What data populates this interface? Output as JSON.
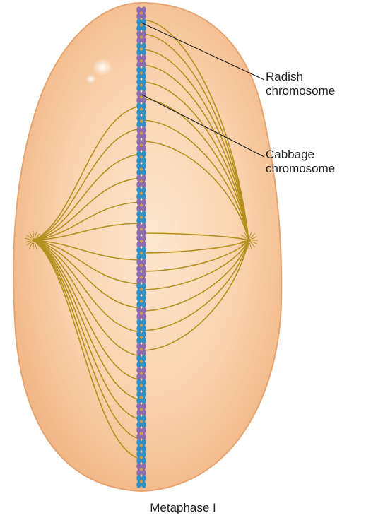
{
  "figure": {
    "labels": {
      "radish": [
        "Radish",
        "chromosome"
      ],
      "cabbage": [
        "Cabbage",
        "chromosome"
      ]
    },
    "caption": "Metaphase I"
  },
  "colors": {
    "cell_fill": "#f6c59a",
    "cell_edge": "#e9a877",
    "cell_center": "#fde7d0",
    "spindle_fiber": "#b4911e",
    "radish_chromosome": "#8a6bb0",
    "cabbage_chromosome": "#2f8fc4",
    "centromere": "#d29a3c",
    "leader_line": "#222222"
  },
  "chromosome_sequence": [
    "radish",
    "cabbage",
    "radish",
    "cabbage",
    "radish",
    "cabbage",
    "cabbage",
    "radish",
    "cabbage",
    "cabbage",
    "radish",
    "radish",
    "cabbage",
    "cabbage",
    "radish",
    "cabbage",
    "radish",
    "cabbage",
    "radish",
    "radish",
    "cabbage",
    "radish",
    "radish",
    "cabbage",
    "cabbage",
    "radish",
    "cabbage",
    "cabbage",
    "radish",
    "cabbage",
    "radish",
    "cabbage",
    "cabbage",
    "radish",
    "cabbage",
    "radish",
    "cabbage",
    "cabbage",
    "radish",
    "cabbage"
  ]
}
